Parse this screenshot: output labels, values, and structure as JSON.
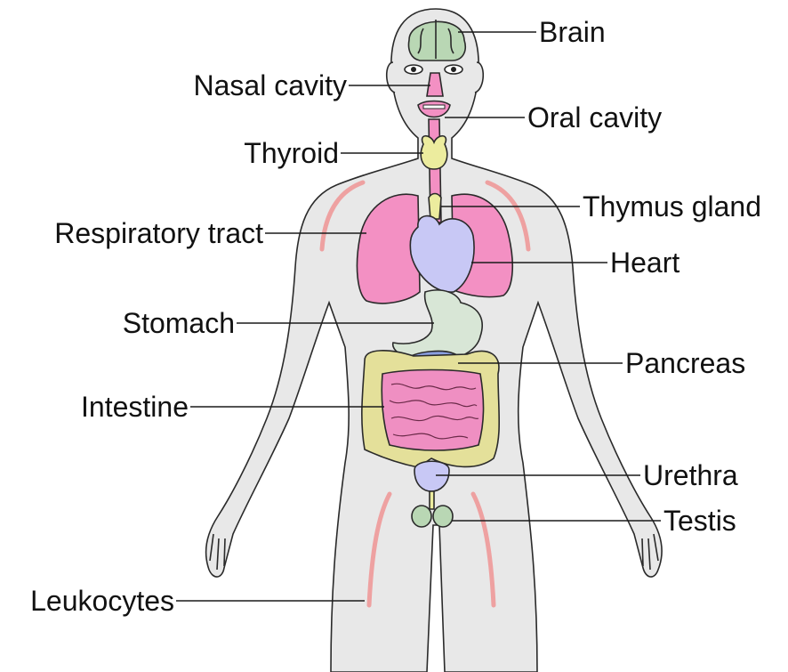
{
  "labels": {
    "brain": "Brain",
    "nasal_cavity": "Nasal cavity",
    "oral_cavity": "Oral cavity",
    "thyroid": "Thyroid",
    "thymus_gland": "Thymus gland",
    "respiratory_tract": "Respiratory tract",
    "heart": "Heart",
    "stomach": "Stomach",
    "pancreas": "Pancreas",
    "intestine": "Intestine",
    "urethra": "Urethra",
    "testis": "Testis",
    "leukocytes": "Leukocytes"
  },
  "colors": {
    "body": "#e8e8e8",
    "brain": "#b9d7b4",
    "respiratory": "#f390c3",
    "thyroid": "#ecec9e",
    "heart": "#c8c8f5",
    "stomach": "#d8e6d6",
    "pancreas": "#8a9ee0",
    "intestine_small": "#ef8fc2",
    "intestine_large": "#e4e09a",
    "testis": "#b9d7b4",
    "vessel": "#f08a8a"
  }
}
